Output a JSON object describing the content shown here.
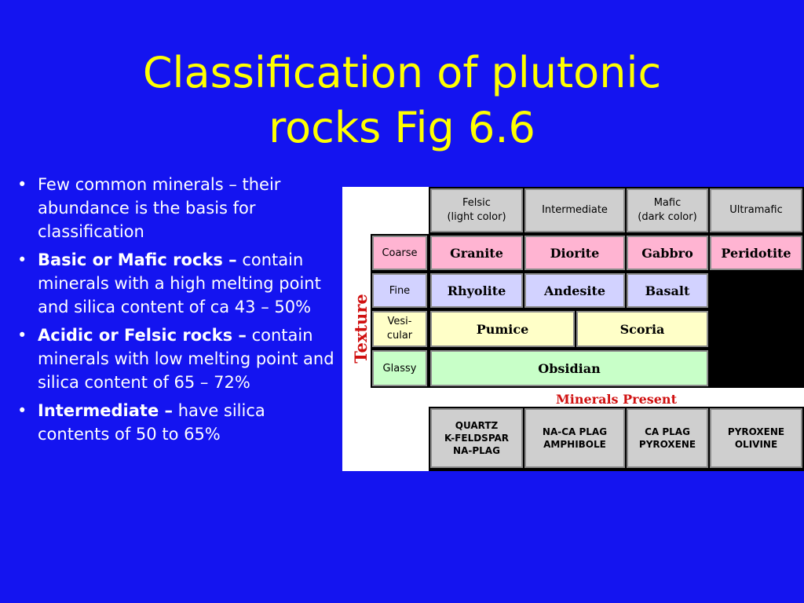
{
  "slide": {
    "title_line1": "Classification of plutonic",
    "title_line2": "rocks Fig 6.6"
  },
  "bullets": [
    {
      "bold": "",
      "text": "Few common minerals – their abundance is the basis for classification"
    },
    {
      "bold": "Basic or Mafic rocks –",
      "text": " contain minerals with a high melting point and silica content of ca 43 – 50%"
    },
    {
      "bold": "Acidic or Felsic rocks –",
      "text": " contain minerals with low melting point and silica content of 65 – 72%"
    },
    {
      "bold": "Intermediate –",
      "text": " have silica contents of 50 to 65%"
    }
  ],
  "figure": {
    "headers": {
      "felsic_1": "Felsic",
      "felsic_2": "(light color)",
      "intermediate": "Intermediate",
      "mafic_1": "Mafic",
      "mafic_2": "(dark color)",
      "ultramafic": "Ultramafic"
    },
    "textures": {
      "coarse": "Coarse",
      "fine": "Fine",
      "vesicular_1": "Vesi-",
      "vesicular_2": "cular",
      "glassy": "Glassy"
    },
    "rocks": {
      "granite": "Granite",
      "diorite": "Diorite",
      "gabbro": "Gabbro",
      "peridotite": "Peridotite",
      "rhyolite": "Rhyolite",
      "andesite": "Andesite",
      "basalt": "Basalt",
      "pumice": "Pumice",
      "scoria": "Scoria",
      "obsidian": "Obsidian"
    },
    "texture_label": "Texture",
    "minerals_label": "Minerals Present",
    "minerals": {
      "felsic_1": "QUARTZ",
      "felsic_2": "K-FELDSPAR",
      "felsic_3": "NA-PLAG",
      "intermediate_1": "NA-CA PLAG",
      "intermediate_2": "AMPHIBOLE",
      "mafic_1": "CA PLAG",
      "mafic_2": "PYROXENE",
      "ultramafic_1": "PYROXENE",
      "ultramafic_2": "OLIVINE"
    },
    "colors": {
      "background": "#1414f0",
      "title": "#ffff00",
      "coarse_row": "#ffb4d2",
      "fine_row": "#d2d2ff",
      "vesicular_row": "#ffffc8",
      "glassy_row": "#c8ffc8",
      "label_red": "#d01010"
    }
  }
}
